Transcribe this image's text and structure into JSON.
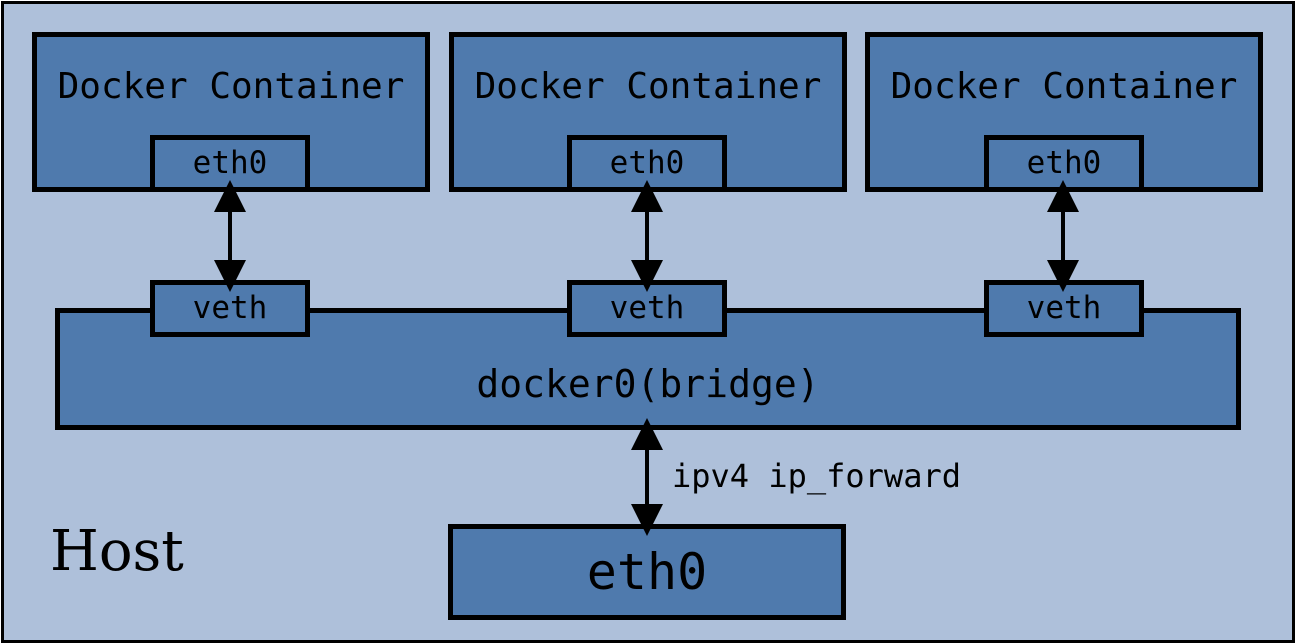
{
  "host": {
    "label": "Host"
  },
  "containers": [
    {
      "title": "Docker Container",
      "interface": "eth0",
      "veth": "veth"
    },
    {
      "title": "Docker Container",
      "interface": "eth0",
      "veth": "veth"
    },
    {
      "title": "Docker Container",
      "interface": "eth0",
      "veth": "veth"
    }
  ],
  "bridge": {
    "label": "docker0(bridge)"
  },
  "host_interface": {
    "label": "eth0"
  },
  "forward_label": "ipv4 ip_forward",
  "colors": {
    "background": "#aec0da",
    "box_fill": "#4f7aad",
    "stroke": "#000000"
  }
}
